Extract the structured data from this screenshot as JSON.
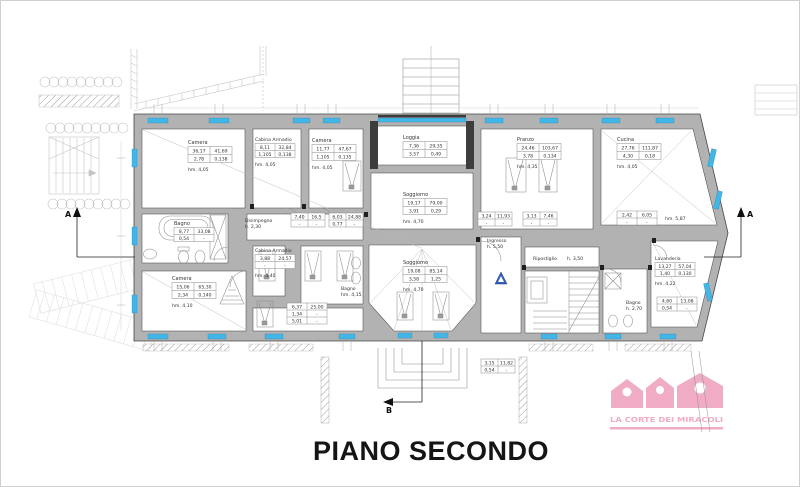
{
  "title": "PIANO SECONDO",
  "logo": {
    "text": "LA CORTE DEI MIRACOLI"
  },
  "markers": {
    "section_a": "A",
    "section_b": "B"
  },
  "colors": {
    "window": "#41b7e8",
    "wall": "#b2b2b2",
    "logo_pink": "#ee9eba",
    "symbol_blue": "#2f5fbe"
  },
  "rooms": {
    "camera_tl": {
      "name": "Camera",
      "v1": "36,17",
      "v2": "41,69",
      "v3": "2,78",
      "v4": "0,138",
      "h": "hm. 4,05"
    },
    "cabina_t": {
      "name": "Cabina Armadio",
      "v1": "8,11",
      "v2": "32,84",
      "v3": "1,105",
      "v4": "0,138",
      "h": "hm. 4,05"
    },
    "camera_t2": {
      "name": "Camera",
      "v1": "11,77",
      "v2": "47,67",
      "v3": "1,105",
      "v4": "0,135",
      "h": "hm. 4,05"
    },
    "loggia": {
      "name": "Loggia",
      "v1": "7,36",
      "v2": "29,35",
      "v3": "3,57",
      "v4": "0,49"
    },
    "soggiorno": {
      "name": "Soggiorno",
      "v1": "19,17",
      "v2": "79,00",
      "v3": "3,91",
      "v4": "0,29",
      "h": "hm. 4,70"
    },
    "pranzo": {
      "name": "Pranzo",
      "v1": "24,46",
      "v2": "103,67",
      "v3": "3,78",
      "v4": "0,134",
      "h": "hm. 4,35"
    },
    "cucina": {
      "name": "Cucina",
      "v1": "27,76",
      "v2": "111,87",
      "v3": "4,30",
      "v4": "0,18",
      "h": "hm. 4,05",
      "v5": "2,42",
      "v6": "6,05",
      "v7": "-",
      "v8": "-",
      "h2": "hm. 5,87"
    },
    "bagno_l": {
      "name": "Bagno",
      "v1": "8,77",
      "v2": "33,08",
      "v3": "0,54",
      "v4": "-"
    },
    "camera_bl": {
      "name": "Camera",
      "v1": "15,06",
      "v2": "65,30",
      "v3": "2,34",
      "v4": "0,140",
      "h": "hm. 4,10"
    },
    "cabina_b": {
      "name": "Cabina Armadio",
      "v1": "3,88",
      "v2": "24,57",
      "v3": "-",
      "v4": "-",
      "h": "hm. 4,40"
    },
    "disimpegno": {
      "name": "Disimpegno",
      "h": "h. 2,30",
      "v1": "7,40",
      "v2": "16,5",
      "v3": "-",
      "v4": "-",
      "v5": "6,03",
      "v6": "24,88",
      "v7": "0,77",
      "v8": "-"
    },
    "vano_mid": {
      "v1": "6,37",
      "v2": "25,00",
      "v3": "1,34",
      "v4": "-",
      "v5": "5,01",
      "v6": "-"
    },
    "bagno_m": {
      "name": "Bagno",
      "h": "hm. 4,15"
    },
    "soggiorno_b": {
      "name": "Soggiorno",
      "v1": "19,08",
      "v2": "85,14",
      "v3": "3,58",
      "v4": "1,25",
      "h": "hm. 4,70"
    },
    "ingresso": {
      "name": "Ingresso",
      "h": "h. 5,50"
    },
    "ripostiglio": {
      "name": "Ripostiglio",
      "h": "h. 3,50"
    },
    "lavanderia": {
      "name": "Lavanderia",
      "v1": "13,27",
      "v2": "57,04",
      "v3": "1,40",
      "v4": "0,130",
      "h": "hm. 4,22",
      "v5": "4,60",
      "v6": "13,08",
      "v7": "0,54",
      "v8": "-"
    },
    "bagno_br": {
      "name": "Bagno",
      "h": "h. 2,70"
    },
    "t_corr1": {
      "v1": "3,24",
      "v2": "11,93",
      "v3": "-",
      "v4": "-"
    },
    "t_corr2": {
      "v1": "3,13",
      "v2": "7,46",
      "v3": "-",
      "v4": "-"
    },
    "t_ext": {
      "v1": "3,15",
      "v2": "11,82",
      "v3": "0,54",
      "v4": "-"
    }
  }
}
